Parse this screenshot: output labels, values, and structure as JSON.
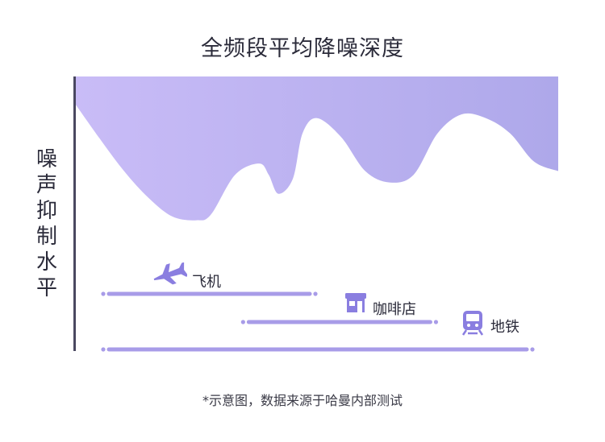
{
  "chart_data": {
    "type": "area",
    "title": "全频段平均降噪深度",
    "ylabel": "噪声抑制水平",
    "footnote": "*示意图，数据来源于哈曼内部测试",
    "series": [
      {
        "values_note": "relative noise-reduction depth profile across frequency (0 = none, 1 = max)",
        "x": [
          0,
          0.05,
          0.1,
          0.15,
          0.2,
          0.25,
          0.28,
          0.33,
          0.38,
          0.4,
          0.42,
          0.45,
          0.47,
          0.5,
          0.55,
          0.6,
          0.65,
          0.7,
          0.75,
          0.8,
          0.85,
          0.9,
          0.95,
          1.0
        ],
        "y": [
          0.15,
          0.33,
          0.5,
          0.64,
          0.74,
          0.76,
          0.73,
          0.52,
          0.46,
          0.52,
          0.62,
          0.54,
          0.3,
          0.22,
          0.32,
          0.5,
          0.56,
          0.52,
          0.3,
          0.2,
          0.22,
          0.3,
          0.45,
          0.5
        ]
      }
    ],
    "bands": [
      {
        "name": "飞机",
        "icon": "airplane-icon",
        "x_start": 0.06,
        "x_end": 0.5
      },
      {
        "name": "咖啡店",
        "icon": "cafe-icon",
        "x_start": 0.35,
        "x_end": 0.75
      },
      {
        "name": "地铁",
        "icon": "subway-icon",
        "x_start": 0.06,
        "x_end": 0.95
      }
    ],
    "colors": {
      "area_start": "#c9bcf7",
      "area_end": "#aea8ea",
      "band": "#a89ce8",
      "icon": "#8a7ee0",
      "axis": "#4a4860"
    }
  }
}
